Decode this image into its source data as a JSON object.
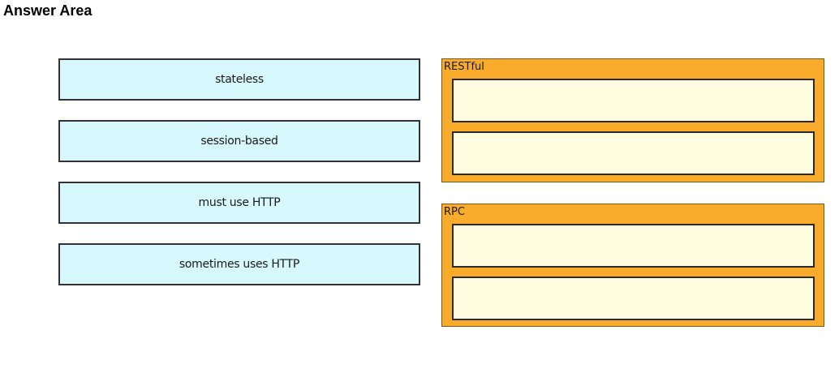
{
  "page": {
    "title": "Answer Area"
  },
  "source_items": [
    {
      "label": "stateless"
    },
    {
      "label": "session-based"
    },
    {
      "label": "must use HTTP"
    },
    {
      "label": "sometimes uses HTTP"
    }
  ],
  "targets": [
    {
      "label": "RESTful",
      "slots": 2
    },
    {
      "label": "RPC",
      "slots": 2
    }
  ],
  "colors": {
    "source_fill": "#d7f8fc",
    "target_group_fill": "#f9ab2b",
    "slot_fill": "#fffde0"
  }
}
